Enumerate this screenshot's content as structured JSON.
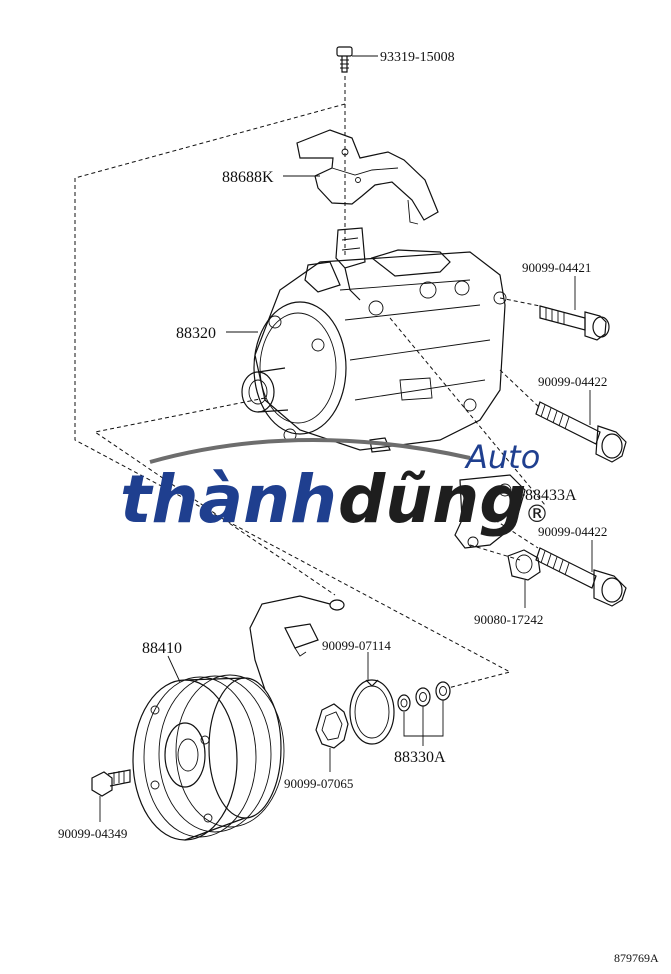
{
  "labels": {
    "bolt_top": "93319-15008",
    "bracket": "88688K",
    "compressor": "88320",
    "bolt_1": "90099-04421",
    "bolt_2": "90099-04422",
    "plate": "88433A",
    "bolt_3": "90099-04422",
    "nut": "90080-17242",
    "clutch": "88410",
    "snap_ring": "90099-07114",
    "shim_set": "88330A",
    "retainer": "90099-07065",
    "small_bolt": "90099-04349",
    "figure_code": "879769A"
  },
  "watermark": {
    "brand_a": "thành",
    "brand_b": "dũng",
    "brand_c": "Auto",
    "registered": "®",
    "color_blue": "#1f3f8f",
    "color_dark": "#1e1e1e"
  }
}
